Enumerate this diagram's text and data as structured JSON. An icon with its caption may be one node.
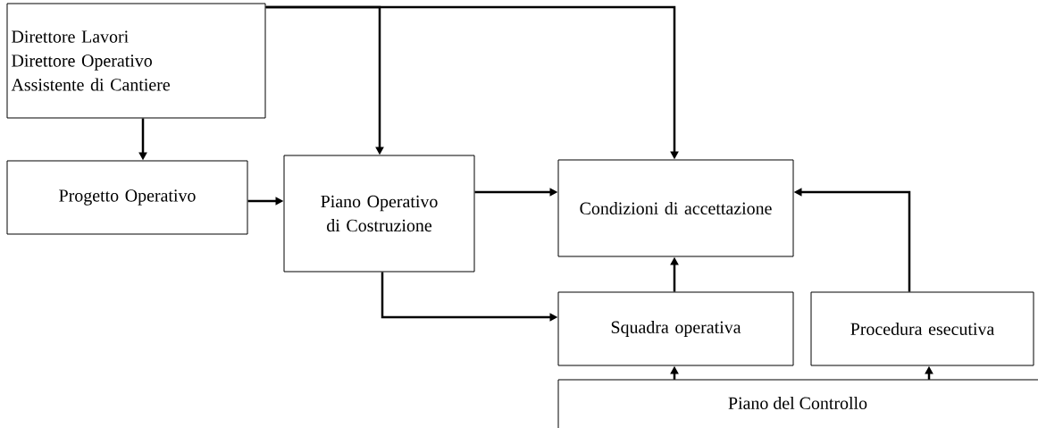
{
  "diagram": {
    "nodes": [
      {
        "text": [
          "Direttore Lavori",
          "Direttore Operativo",
          "Assistente di Cantiere"
        ]
      },
      {
        "text": [
          "Progetto Operativo"
        ]
      },
      {
        "text": [
          "Piano Operativo di Costruzione"
        ]
      },
      {
        "text": [
          "Condizioni di accettazione"
        ]
      },
      {
        "text": [
          "Squadra operativa"
        ]
      },
      {
        "text": [
          "Procedura esecutiva"
        ]
      },
      {
        "text": [
          "Piano del Controllo"
        ]
      }
    ],
    "edges": [
      {
        "from": 0,
        "to": 1,
        "arrow": "to"
      },
      {
        "from": 0,
        "to": 2,
        "arrow": "to"
      },
      {
        "from": 0,
        "to": 3,
        "arrow": "to"
      },
      {
        "from": 1,
        "to": 2,
        "arrow": "to"
      },
      {
        "from": 2,
        "to": 3,
        "arrow": "to"
      },
      {
        "from": 2,
        "to": 4,
        "arrow": "to"
      },
      {
        "from": 4,
        "to": 3,
        "arrow": "to"
      },
      {
        "from": 5,
        "to": 3,
        "arrow": "to"
      },
      {
        "from": 6,
        "to": 4,
        "arrow": "to"
      },
      {
        "from": 6,
        "to": 5,
        "arrow": "to"
      }
    ]
  }
}
